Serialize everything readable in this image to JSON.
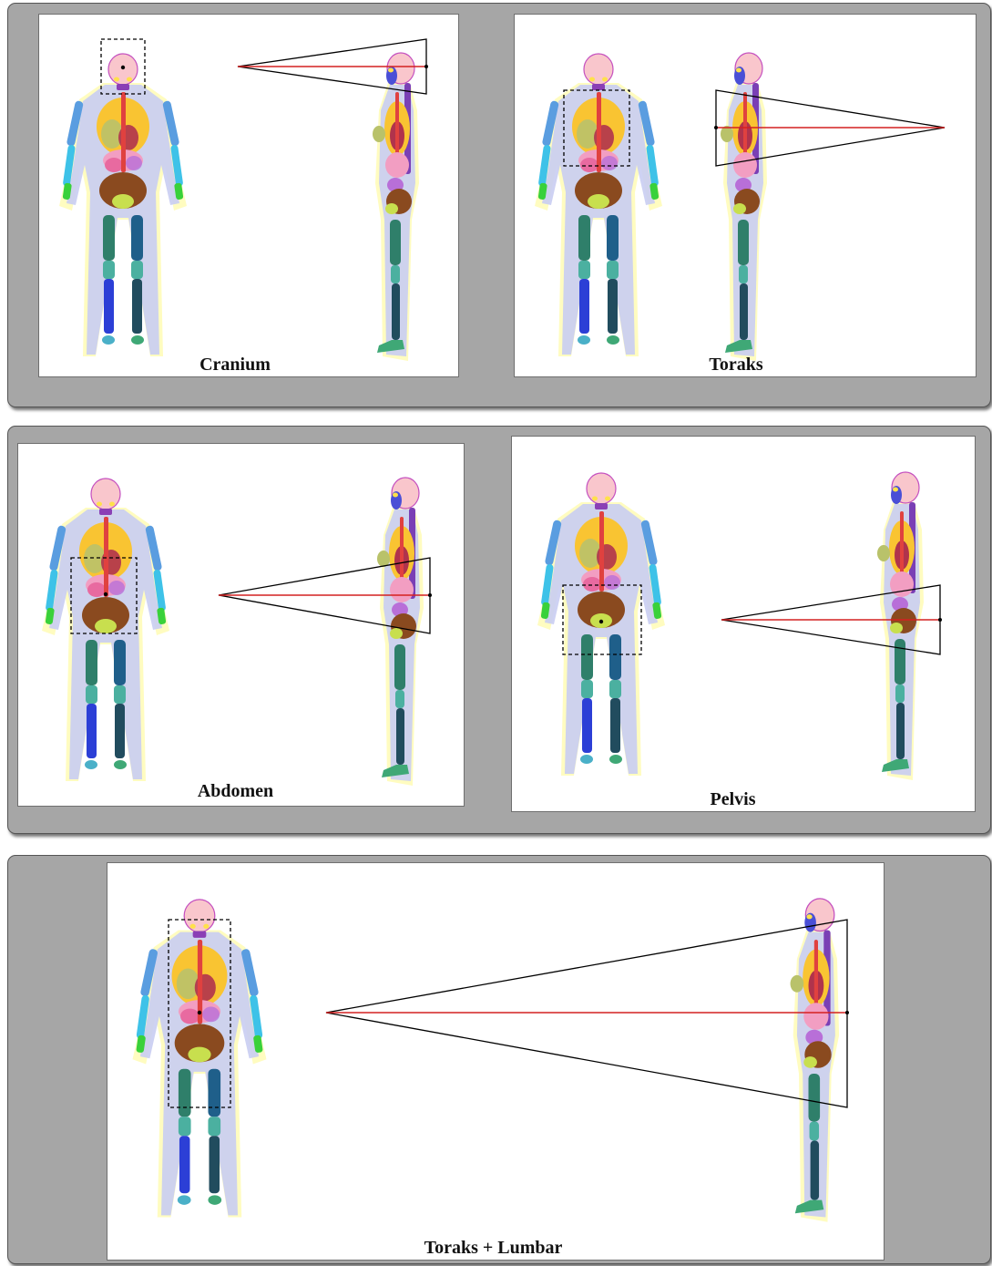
{
  "panels": [
    {
      "id": "cranium",
      "label": "Cranium"
    },
    {
      "id": "toraks",
      "label": "Toraks"
    },
    {
      "id": "abdomen",
      "label": "Abdomen"
    },
    {
      "id": "pelvis",
      "label": "Pelvis"
    },
    {
      "id": "toraks-lumbar",
      "label": "Toraks + Lumbar"
    }
  ],
  "colors": {
    "panel_background": "#a6a6a6",
    "beam_center_line": "#d42020",
    "beam_outline": "#000000",
    "roi_box": "#000000"
  },
  "figure_icons": {
    "frontal": "human-phantom-frontal-icon",
    "lateral": "human-phantom-lateral-icon"
  }
}
